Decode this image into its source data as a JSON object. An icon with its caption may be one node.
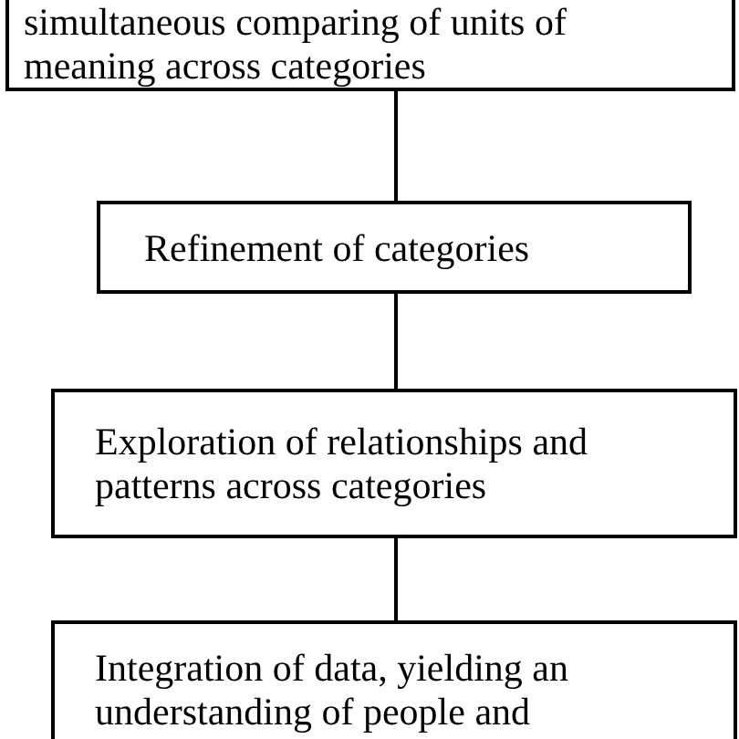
{
  "diagram": {
    "nodes": [
      {
        "text": [
          "simultaneous comparing of units of meaning across categories"
        ]
      },
      {
        "text": [
          "Refinement of categories"
        ]
      },
      {
        "text": [
          "Exploration of relationships and patterns across categories"
        ]
      },
      {
        "text": [
          "Integration of data, yielding an understanding of people and"
        ]
      }
    ],
    "edges": [
      {
        "from": 0,
        "to": 1,
        "arrow": "none"
      },
      {
        "from": 1,
        "to": 2,
        "arrow": "none"
      },
      {
        "from": 2,
        "to": 3,
        "arrow": "none"
      }
    ]
  }
}
